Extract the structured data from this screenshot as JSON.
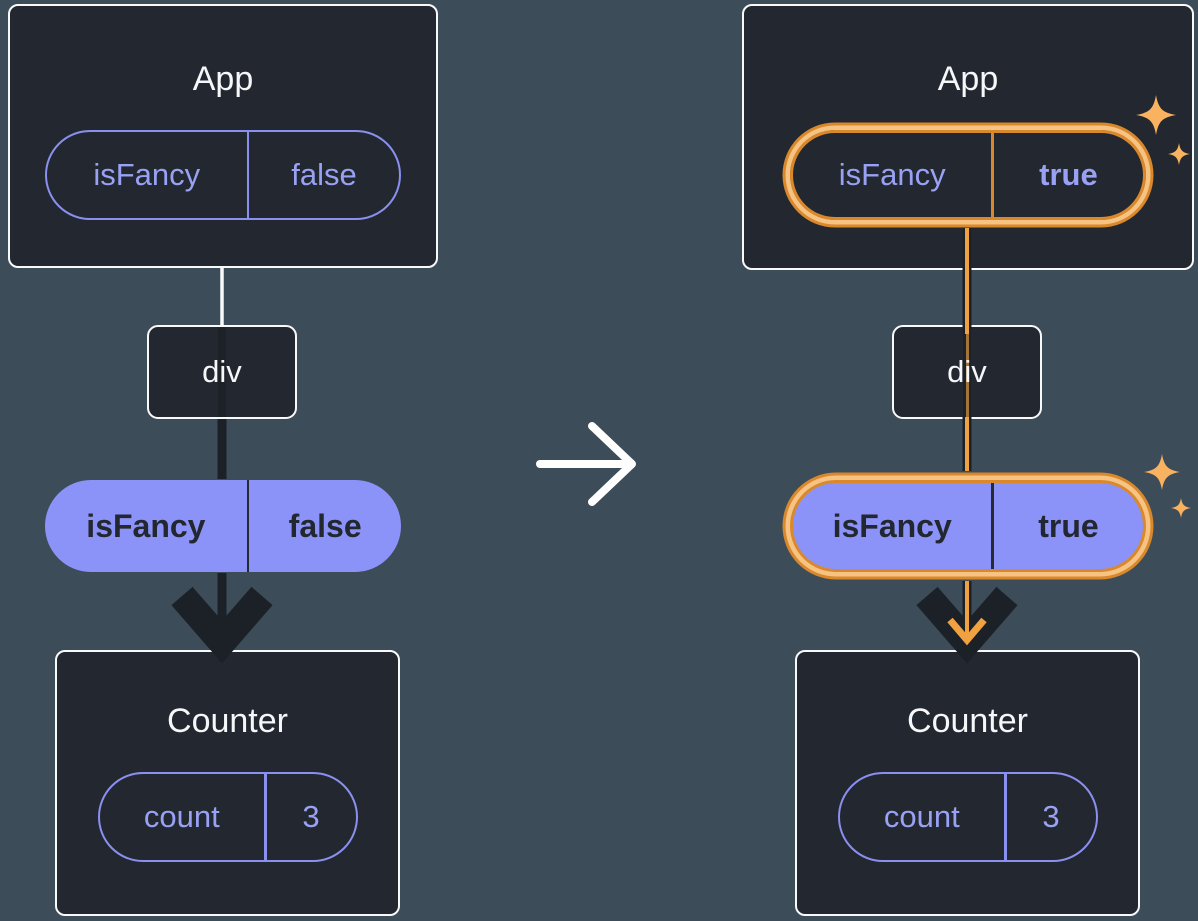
{
  "colors": {
    "background": "#3c4c58",
    "node_bg": "#23272f",
    "node_border": "#f8f9fb",
    "purple_outline": "#8a90f0",
    "purple_text": "#98a1f4",
    "purple_fill": "#8b93f8",
    "dark_text": "#23272f",
    "highlight_orange": "#d9892c",
    "highlight_orange_light": "#f7c383",
    "highlight_orange_core": "#f0a140",
    "sparkle_gold": "#f9b25f",
    "arrow_dark": "#1c2128",
    "arrow_white": "#ffffff"
  },
  "icons": {
    "transition_arrow": "right-arrow",
    "sparkle": "four-point-star"
  },
  "before": {
    "app": {
      "title": "App",
      "state": {
        "key": "isFancy",
        "value": "false"
      }
    },
    "div": {
      "label": "div"
    },
    "prop": {
      "key": "isFancy",
      "value": "false"
    },
    "counter": {
      "title": "Counter",
      "state": {
        "key": "count",
        "value": "3"
      }
    }
  },
  "after": {
    "app": {
      "title": "App",
      "state": {
        "key": "isFancy",
        "value": "true"
      }
    },
    "div": {
      "label": "div"
    },
    "prop": {
      "key": "isFancy",
      "value": "true"
    },
    "counter": {
      "title": "Counter",
      "state": {
        "key": "count",
        "value": "3"
      }
    }
  }
}
